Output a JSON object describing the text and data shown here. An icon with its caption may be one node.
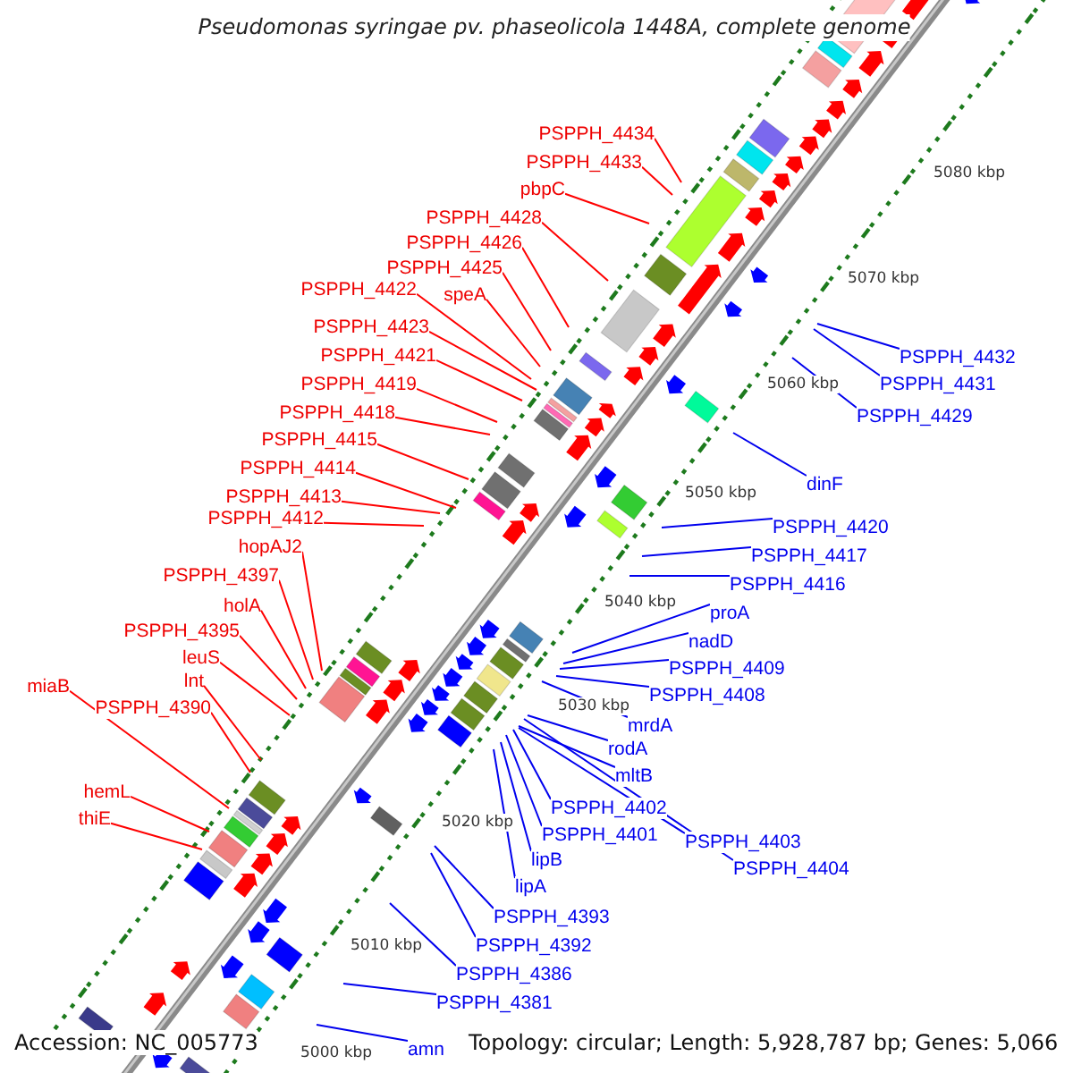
{
  "diagram": {
    "title": "Pseudomonas syringae pv. phaseolicola 1448A, complete genome",
    "nodes": [
      {
        "text": [
          "PSPPH_4434"
        ]
      },
      {
        "text": [
          "PSPPH_4433"
        ]
      },
      {
        "text": [
          "pbpC"
        ]
      },
      {
        "text": [
          "PSPPH_4428"
        ]
      },
      {
        "text": [
          "PSPPH_4426"
        ]
      },
      {
        "text": [
          "PSPPH_4425"
        ]
      },
      {
        "text": [
          "speA"
        ]
      },
      {
        "text": [
          "PSPPH_4422"
        ]
      },
      {
        "text": [
          "PSPPH_4423"
        ]
      },
      {
        "text": [
          "PSPPH_4421"
        ]
      },
      {
        "text": [
          "PSPPH_4419"
        ]
      },
      {
        "text": [
          "PSPPH_4418"
        ]
      },
      {
        "text": [
          "PSPPH_4415"
        ]
      },
      {
        "text": [
          "PSPPH_4414"
        ]
      },
      {
        "text": [
          "PSPPH_4413"
        ]
      },
      {
        "text": [
          "PSPPH_4412"
        ]
      },
      {
        "text": [
          "hopAJ2"
        ]
      },
      {
        "text": [
          "PSPPH_4397"
        ]
      },
      {
        "text": [
          "holA"
        ]
      },
      {
        "text": [
          "PSPPH_4395"
        ]
      },
      {
        "text": [
          "leuS"
        ]
      },
      {
        "text": [
          "lnt"
        ]
      },
      {
        "text": [
          "miaB"
        ]
      },
      {
        "text": [
          "PSPPH_4390"
        ]
      },
      {
        "text": [
          "hemL"
        ]
      },
      {
        "text": [
          "thiE"
        ]
      },
      {
        "text": [
          "PSPPH_4432"
        ]
      },
      {
        "text": [
          "PSPPH_4431"
        ]
      },
      {
        "text": [
          "PSPPH_4429"
        ]
      },
      {
        "text": [
          "dinF"
        ]
      },
      {
        "text": [
          "PSPPH_4420"
        ]
      },
      {
        "text": [
          "PSPPH_4417"
        ]
      },
      {
        "text": [
          "PSPPH_4416"
        ]
      },
      {
        "text": [
          "proA"
        ]
      },
      {
        "text": [
          "nadD"
        ]
      },
      {
        "text": [
          "PSPPH_4409"
        ]
      },
      {
        "text": [
          "PSPPH_4408"
        ]
      },
      {
        "text": [
          "mrdA"
        ]
      },
      {
        "text": [
          "rodA"
        ]
      },
      {
        "text": [
          "mltB"
        ]
      },
      {
        "text": [
          "PSPPH_4402"
        ]
      },
      {
        "text": [
          "PSPPH_4401"
        ]
      },
      {
        "text": [
          "PSPPH_4403"
        ]
      },
      {
        "text": [
          "PSPPH_4404"
        ]
      },
      {
        "text": [
          "lipB"
        ]
      },
      {
        "text": [
          "lipA"
        ]
      },
      {
        "text": [
          "PSPPH_4393"
        ]
      },
      {
        "text": [
          "PSPPH_4392"
        ]
      },
      {
        "text": [
          "PSPPH_4386"
        ]
      },
      {
        "text": [
          "PSPPH_4381"
        ]
      },
      {
        "text": [
          "amn"
        ]
      }
    ],
    "edges": [
      {
        "from": 0,
        "to": null,
        "arrow": "none"
      },
      {
        "from": 1,
        "to": null,
        "arrow": "none"
      },
      {
        "from": 2,
        "to": null,
        "arrow": "none"
      },
      {
        "from": 3,
        "to": null,
        "arrow": "none"
      },
      {
        "from": 4,
        "to": null,
        "arrow": "none"
      },
      {
        "from": 5,
        "to": null,
        "arrow": "none"
      },
      {
        "from": 6,
        "to": null,
        "arrow": "none"
      },
      {
        "from": 7,
        "to": null,
        "arrow": "none"
      },
      {
        "from": 8,
        "to": null,
        "arrow": "none"
      },
      {
        "from": 9,
        "to": null,
        "arrow": "none"
      },
      {
        "from": 10,
        "to": null,
        "arrow": "none"
      },
      {
        "from": 11,
        "to": null,
        "arrow": "none"
      },
      {
        "from": 12,
        "to": null,
        "arrow": "none"
      },
      {
        "from": 13,
        "to": null,
        "arrow": "none"
      },
      {
        "from": 14,
        "to": null,
        "arrow": "none"
      },
      {
        "from": 15,
        "to": null,
        "arrow": "none"
      },
      {
        "from": 16,
        "to": null,
        "arrow": "none"
      },
      {
        "from": 17,
        "to": null,
        "arrow": "none"
      },
      {
        "from": 18,
        "to": null,
        "arrow": "none"
      },
      {
        "from": 19,
        "to": null,
        "arrow": "none"
      },
      {
        "from": 20,
        "to": null,
        "arrow": "none"
      },
      {
        "from": 21,
        "to": null,
        "arrow": "none"
      },
      {
        "from": 22,
        "to": null,
        "arrow": "none"
      },
      {
        "from": 23,
        "to": null,
        "arrow": "none"
      },
      {
        "from": 24,
        "to": null,
        "arrow": "none"
      },
      {
        "from": 25,
        "to": null,
        "arrow": "none"
      },
      {
        "from": 26,
        "to": null,
        "arrow": "none",
        "color": "#0000ee"
      },
      {
        "from": 27,
        "to": null,
        "arrow": "none",
        "color": "#0000ee"
      },
      {
        "from": 28,
        "to": null,
        "arrow": "none",
        "color": "#0000ee"
      },
      {
        "from": 29,
        "to": null,
        "arrow": "none",
        "color": "#0000ee"
      },
      {
        "from": 30,
        "to": null,
        "arrow": "none",
        "color": "#0000ee"
      },
      {
        "from": 31,
        "to": null,
        "arrow": "none",
        "color": "#0000ee"
      },
      {
        "from": 32,
        "to": null,
        "arrow": "none",
        "color": "#0000ee"
      },
      {
        "from": 33,
        "to": null,
        "arrow": "none",
        "color": "#0000ee"
      },
      {
        "from": 34,
        "to": null,
        "arrow": "none",
        "color": "#0000ee"
      },
      {
        "from": 35,
        "to": null,
        "arrow": "none",
        "color": "#0000ee"
      },
      {
        "from": 36,
        "to": null,
        "arrow": "none",
        "color": "#0000ee"
      },
      {
        "from": 37,
        "to": null,
        "arrow": "none",
        "color": "#0000ee"
      },
      {
        "from": 38,
        "to": null,
        "arrow": "none",
        "color": "#0000ee"
      },
      {
        "from": 39,
        "to": null,
        "arrow": "none",
        "color": "#0000ee"
      },
      {
        "from": 40,
        "to": null,
        "arrow": "none",
        "color": "#0000ee"
      },
      {
        "from": 41,
        "to": null,
        "arrow": "none",
        "color": "#0000ee"
      },
      {
        "from": 42,
        "to": null,
        "arrow": "none",
        "color": "#0000ee"
      },
      {
        "from": 43,
        "to": null,
        "arrow": "none",
        "color": "#0000ee"
      },
      {
        "from": 44,
        "to": null,
        "arrow": "none",
        "color": "#0000ee"
      },
      {
        "from": 45,
        "to": null,
        "arrow": "none",
        "color": "#0000ee"
      },
      {
        "from": 46,
        "to": null,
        "arrow": "none",
        "color": "#0000ee"
      },
      {
        "from": 47,
        "to": null,
        "arrow": "none",
        "color": "#0000ee"
      },
      {
        "from": 48,
        "to": null,
        "arrow": "none",
        "color": "#0000ee"
      },
      {
        "from": 49,
        "to": null,
        "arrow": "none",
        "color": "#0000ee"
      },
      {
        "from": 50,
        "to": null,
        "arrow": "none",
        "color": "#0000ee"
      }
    ],
    "labels": [
      "5080 kbp",
      "5070 kbp",
      "5060 kbp",
      "5050 kbp",
      "5040 kbp",
      "5030 kbp",
      "5020 kbp",
      "5010 kbp",
      "5000 kbp",
      "Accession: NC_005773",
      "Topology: circular; Length: 5,928,787 bp; Genes: 5,066"
    ]
  }
}
